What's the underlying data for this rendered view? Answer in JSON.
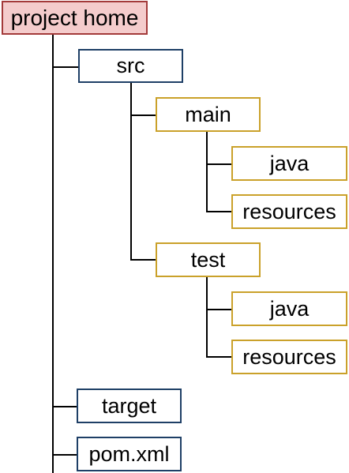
{
  "diagram": {
    "root": {
      "label": "project home"
    },
    "level1": [
      {
        "label": "src"
      },
      {
        "label": "target"
      },
      {
        "label": "pom.xml"
      }
    ],
    "src_children": [
      {
        "label": "main"
      },
      {
        "label": "test"
      }
    ],
    "main_children": [
      {
        "label": "java"
      },
      {
        "label": "resources"
      }
    ],
    "test_children": [
      {
        "label": "java"
      },
      {
        "label": "resources"
      }
    ],
    "colors": {
      "root_fill": "#f4cccc",
      "root_border": "#a33a3a",
      "level1_border": "#1e3f66",
      "child_border": "#caa12a",
      "connector": "#000000"
    }
  }
}
